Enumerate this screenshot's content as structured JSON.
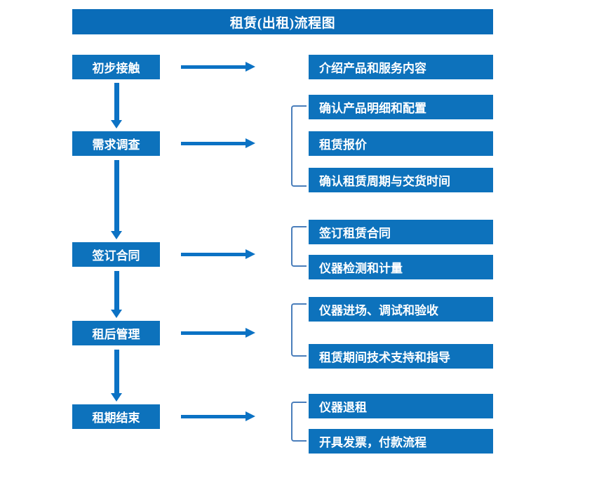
{
  "title": "租赁(出租)流程图",
  "colors": {
    "title_bar": "#0A6CB8",
    "node_fill": "#0D72BC",
    "arrow": "#0B72C4",
    "bracket": "#4A7EBB",
    "node_text": "#FFFFFF",
    "background": "#FFFFFF"
  },
  "stages": [
    {
      "label": "初步接触"
    },
    {
      "label": "需求调查"
    },
    {
      "label": "签订合同"
    },
    {
      "label": "租后管理"
    },
    {
      "label": "租期结束"
    }
  ],
  "details": [
    {
      "label": "介绍产品和服务内容"
    },
    {
      "label": "确认产品明细和配置"
    },
    {
      "label": "租赁报价"
    },
    {
      "label": "确认租赁周期与交货时间"
    },
    {
      "label": "签订租赁合同"
    },
    {
      "label": "仪器检测和计量"
    },
    {
      "label": "仪器进场、调试和验收"
    },
    {
      "label": "租赁期间技术支持和指导"
    },
    {
      "label": "仪器退租"
    },
    {
      "label": "开具发票，付款流程"
    }
  ],
  "flow": {
    "type": "flowchart",
    "orientation": "vertical-with-branches",
    "groups": [
      {
        "stage": "初步接触",
        "details": [
          "介绍产品和服务内容"
        ],
        "bracketed": false
      },
      {
        "stage": "需求调查",
        "details": [
          "确认产品明细和配置",
          "租赁报价",
          "确认租赁周期与交货时间"
        ],
        "bracketed": true
      },
      {
        "stage": "签订合同",
        "details": [
          "签订租赁合同",
          "仪器检测和计量"
        ],
        "bracketed": true
      },
      {
        "stage": "租后管理",
        "details": [
          "仪器进场、调试和验收",
          "租赁期间技术支持和指导"
        ],
        "bracketed": true
      },
      {
        "stage": "租期结束",
        "details": [
          "仪器退租",
          "开具发票，付款流程"
        ],
        "bracketed": true
      }
    ],
    "stage_sequence": [
      "初步接触",
      "需求调查",
      "签订合同",
      "租后管理",
      "租期结束"
    ]
  }
}
